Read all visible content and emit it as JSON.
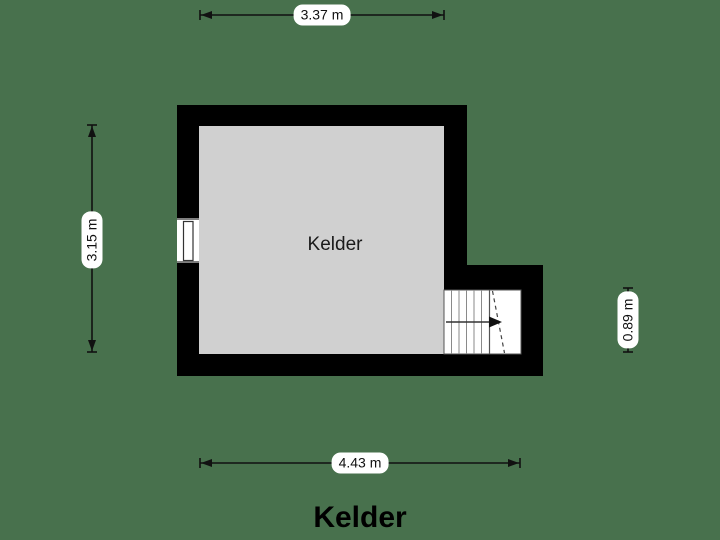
{
  "title": "Kelder",
  "room": {
    "label": "Kelder"
  },
  "dimensions": {
    "top": "3.37 m",
    "left": "3.15 m",
    "right": "0.89 m",
    "bottom": "4.43 m"
  },
  "colors": {
    "background": "#48714D",
    "wall": "#000000",
    "floor": "#d0d0d0",
    "opening": "#ffffff",
    "dimension_line": "#111111",
    "label_background": "#ffffff",
    "label_text": "#111111"
  },
  "icons": {
    "stairs_direction_arrow": "right-arrow"
  }
}
